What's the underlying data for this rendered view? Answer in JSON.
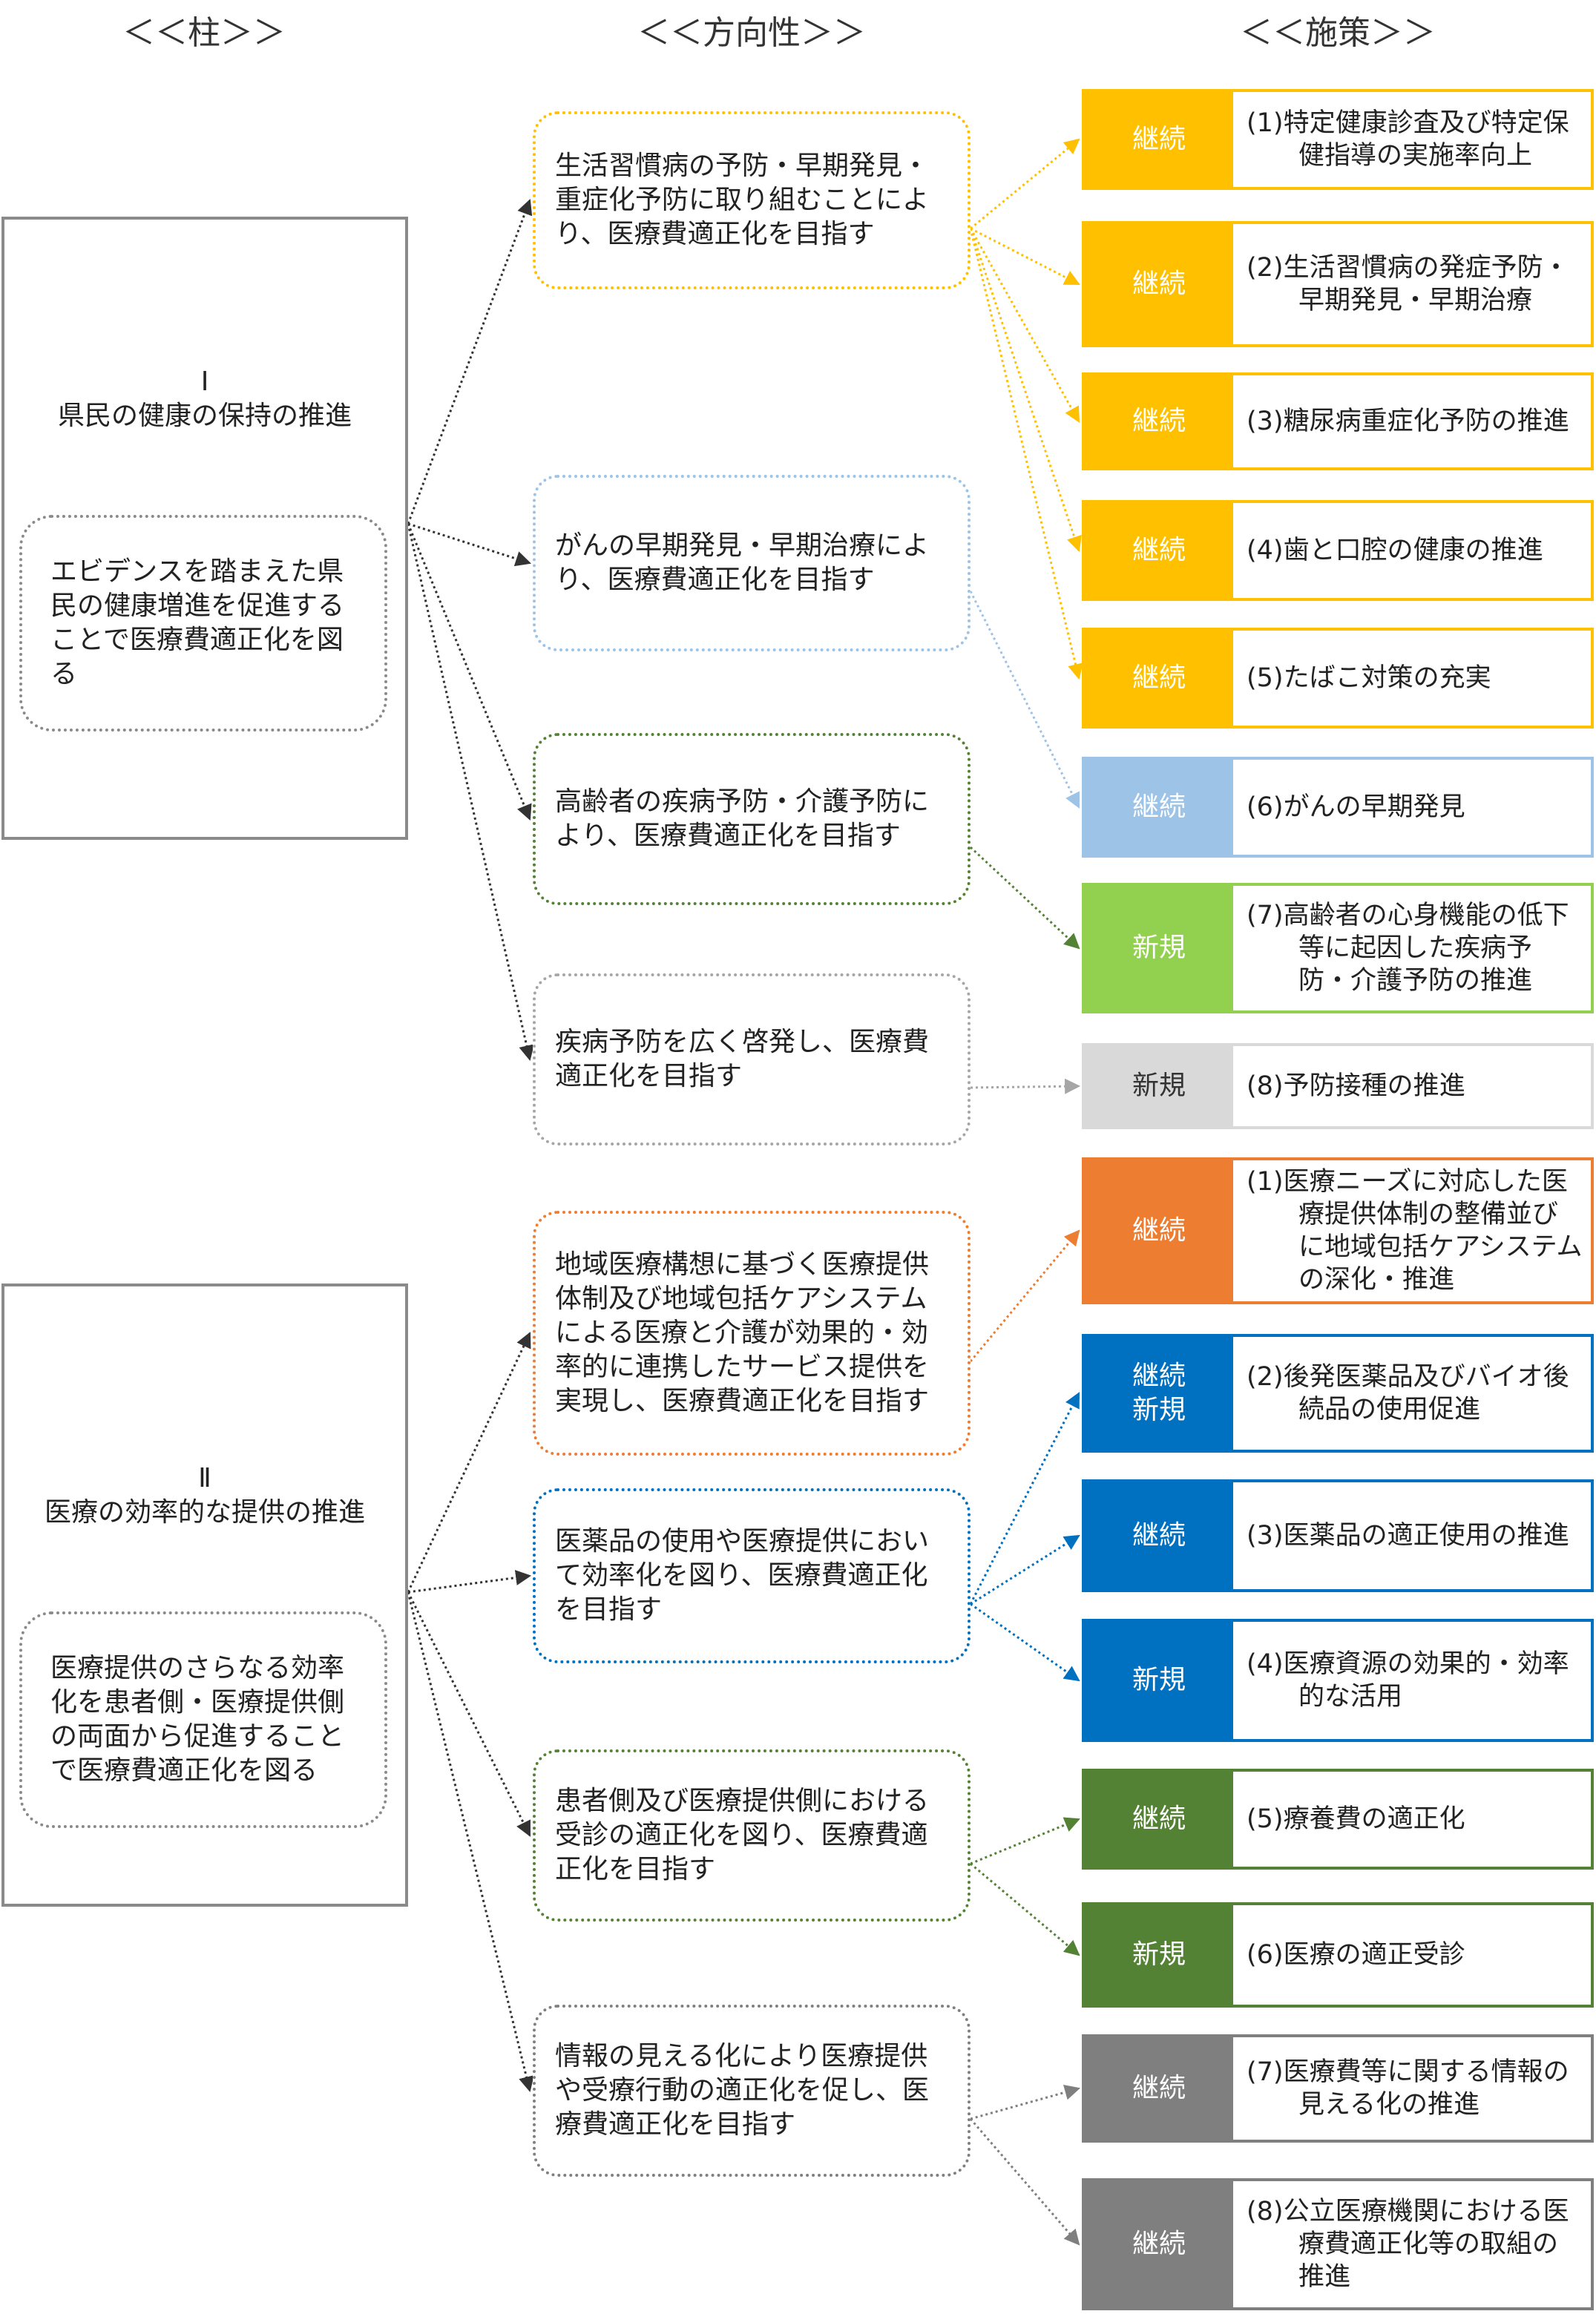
{
  "headers": {
    "pillar": "＜＜柱＞＞",
    "direction": "＜＜方向性＞＞",
    "measure": "＜＜施策＞＞"
  },
  "pillars": [
    {
      "numeral": "Ⅰ",
      "title": "県民の健康の保持の推進",
      "subtitle": "エビデンスを踏まえた県民の健康増進を促進することで医療費適正化を図る"
    },
    {
      "numeral": "Ⅱ",
      "title": "医療の効率的な提供の推進",
      "subtitle": "医療提供のさらなる効率化を患者側・医療提供側の両面から促進することで医療費適正化を図る"
    }
  ],
  "directions": [
    {
      "text": "生活習慣病の予防・早期発見・重症化予防に取り組むことにより、医療費適正化を目指す",
      "color": "#FFC000"
    },
    {
      "text": "がんの早期発見・早期治療により、医療費適正化を目指す",
      "color": "#9DC3E6"
    },
    {
      "text": "高齢者の疾病予防・介護予防により、医療費適正化を目指す",
      "color": "#548235"
    },
    {
      "text": "疾病予防を広く啓発し、医療費適正化を目指す",
      "color": "#A6A6A6"
    },
    {
      "text": "地域医療構想に基づく医療提供体制及び地域包括ケアシステムによる医療と介護が効果的・効率的に連携したサービス提供を実現し、医療費適正化を目指す",
      "color": "#ED7D31"
    },
    {
      "text": "医薬品の使用や医療提供において効率化を図り、医療費適正化を目指す",
      "color": "#0070C0"
    },
    {
      "text": "患者側及び医療提供側における受診の適正化を図り、医療費適正化を目指す",
      "color": "#548235"
    },
    {
      "text": "情報の見える化により医療提供や受療行動の適正化を促し、医療費適正化を目指す",
      "color": "#7F7F7F"
    }
  ],
  "measures": [
    {
      "tag": "継続",
      "label": "(1)特定健康診査及び特定保健指導の実施率向上",
      "color": "#FFC000"
    },
    {
      "tag": "継続",
      "label": "(2)生活習慣病の発症予防・早期発見・早期治療",
      "color": "#FFC000"
    },
    {
      "tag": "継続",
      "label": "(3)糖尿病重症化予防の推進",
      "color": "#FFC000"
    },
    {
      "tag": "継続",
      "label": "(4)歯と口腔の健康の推進",
      "color": "#FFC000"
    },
    {
      "tag": "継続",
      "label": "(5)たばこ対策の充実",
      "color": "#FFC000"
    },
    {
      "tag": "継続",
      "label": "(6)がんの早期発見",
      "color": "#9DC3E6"
    },
    {
      "tag": "新規",
      "label": "(7)高齢者の心身機能の低下等に起因した疾病予防・介護予防の推進",
      "color": "#92D050"
    },
    {
      "tag": "新規",
      "label": "(8)予防接種の推進",
      "color": "#D9D9D9"
    },
    {
      "tag": "継続",
      "label": "(1)医療ニーズに対応した医療提供体制の整備並びに地域包括ケアシステムの深化・推進",
      "color": "#ED7D31"
    },
    {
      "tag": "継続\n新規",
      "label": "(2)後発医薬品及びバイオ後続品の使用促進",
      "color": "#0070C0"
    },
    {
      "tag": "継続",
      "label": "(3)医薬品の適正使用の推進",
      "color": "#0070C0"
    },
    {
      "tag": "新規",
      "label": "(4)医療資源の効果的・効率的な活用",
      "color": "#0070C0"
    },
    {
      "tag": "継続",
      "label": "(5)療養費の適正化",
      "color": "#548235"
    },
    {
      "tag": "新規",
      "label": "(6)医療の適正受診",
      "color": "#548235"
    },
    {
      "tag": "継続",
      "label": "(7)医療費等に関する情報の見える化の推進",
      "color": "#7F7F7F"
    },
    {
      "tag": "継続",
      "label": "(8)公立医療機関における医療費適正化等の取組の推進",
      "color": "#7F7F7F"
    }
  ],
  "links": {
    "pillar_to_direction": [
      [
        0,
        0
      ],
      [
        0,
        1
      ],
      [
        0,
        2
      ],
      [
        0,
        3
      ],
      [
        1,
        4
      ],
      [
        1,
        5
      ],
      [
        1,
        6
      ],
      [
        1,
        7
      ]
    ],
    "direction_to_measure": [
      [
        0,
        0
      ],
      [
        0,
        1
      ],
      [
        0,
        2
      ],
      [
        0,
        3
      ],
      [
        0,
        4
      ],
      [
        1,
        5
      ],
      [
        2,
        6
      ],
      [
        3,
        7
      ],
      [
        4,
        8
      ],
      [
        5,
        9
      ],
      [
        5,
        10
      ],
      [
        5,
        11
      ],
      [
        6,
        12
      ],
      [
        6,
        13
      ],
      [
        7,
        14
      ],
      [
        7,
        15
      ]
    ]
  }
}
